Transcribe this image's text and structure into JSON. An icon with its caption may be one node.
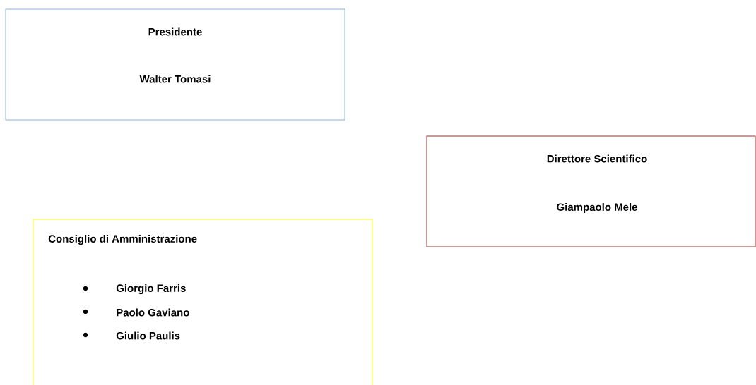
{
  "diagram": {
    "nodes": [
      {
        "text": [
          "Presidente",
          "Walter Tomasi"
        ]
      },
      {
        "text": [
          "Direttore Scientifico",
          "Giampaolo Mele"
        ]
      },
      {
        "text": [
          "Consiglio di Amministrazione",
          "Giorgio Farris",
          "Paolo Gaviano",
          "Giulio Paulis"
        ]
      }
    ]
  }
}
